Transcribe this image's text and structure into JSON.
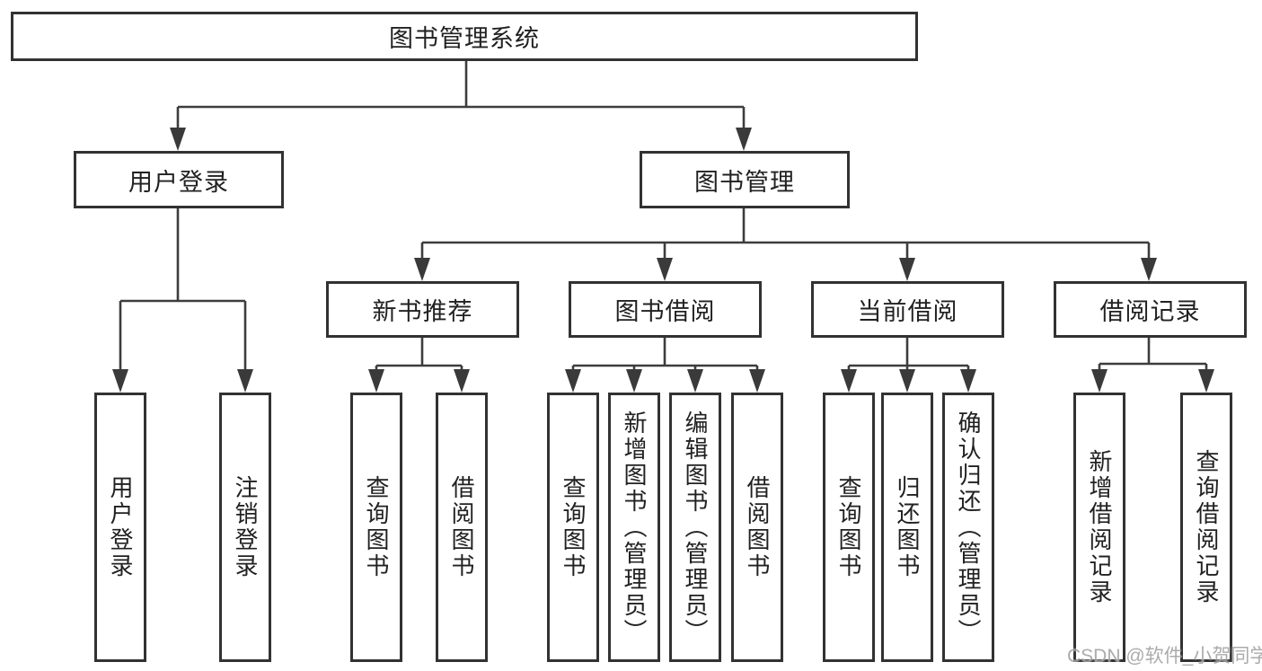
{
  "diagram": {
    "title": "图书管理系统",
    "branches": [
      {
        "label": "用户登录",
        "leaves": [
          "用户登录",
          "注销登录"
        ]
      },
      {
        "label": "图书管理",
        "groups": [
          {
            "label": "新书推荐",
            "leaves": [
              "查询图书",
              "借阅图书"
            ]
          },
          {
            "label": "图书借阅",
            "leaves": [
              "查询图书",
              "新增图书（管理员）",
              "编辑图书（管理员）",
              "借阅图书"
            ]
          },
          {
            "label": "当前借阅",
            "leaves": [
              "查询图书",
              "归还图书",
              "确认归还（管理员）"
            ]
          },
          {
            "label": "借阅记录",
            "leaves": [
              "新增借阅记录",
              "查询借阅记录"
            ]
          }
        ]
      }
    ]
  },
  "colors": {
    "line": "#3d3d3d",
    "border": "#323232",
    "text": "#212121",
    "watermark": "#989898"
  },
  "watermark": "CSDN @软件_小贺同学"
}
